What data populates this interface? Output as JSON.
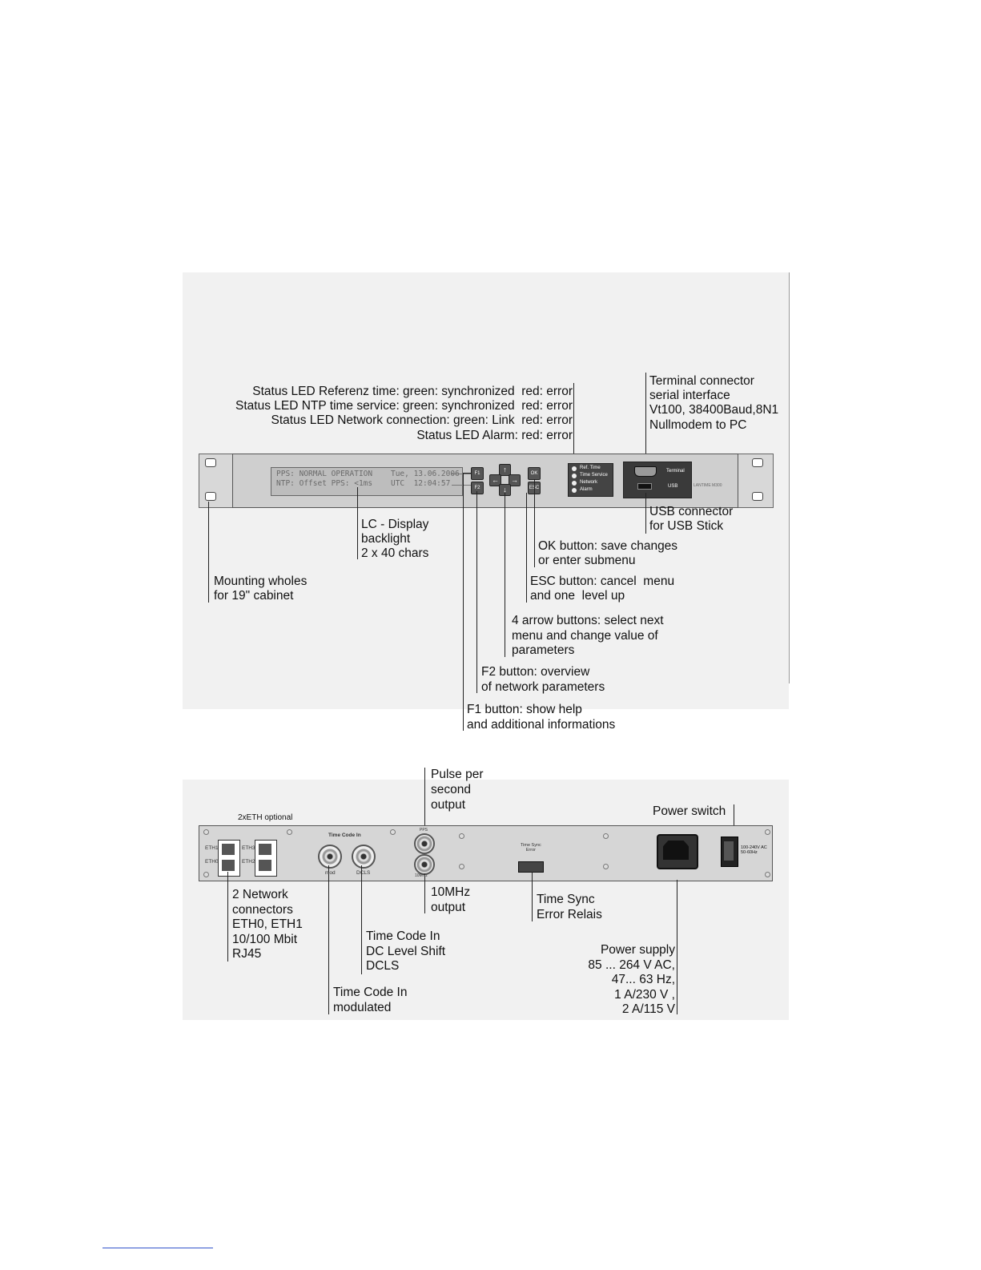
{
  "front": {
    "status_led_ref": "Status LED Referenz time: green: synchronized  red: error",
    "status_led_ntp": "Status LED NTP time service: green: synchronized  red: error",
    "status_led_net": "Status LED Network connection: green: Link  red: error",
    "status_led_alarm": "Status LED Alarm: red: error",
    "terminal_1": "Terminal connector",
    "terminal_2": "serial interface",
    "terminal_3": "Vt100, 38400Baud,8N1",
    "terminal_4": "Nullmodem to PC",
    "usb_1": "USB connector",
    "usb_2": "for USB Stick",
    "lcd_1": "LC - Display",
    "lcd_2": "backlight",
    "lcd_3": "2 x 40 chars",
    "ok_1": "OK button: save changes",
    "ok_2": "or enter submenu",
    "mount_1": "Mounting wholes",
    "mount_2": "for 19\" cabinet",
    "esc_1": "ESC button: cancel  menu",
    "esc_2": "and one  level up",
    "arrows_1": "4 arrow buttons: select next",
    "arrows_2": "menu and change value of",
    "arrows_3": "parameters",
    "f2_1": "F2 button: overview",
    "f2_2": "of network parameters",
    "f1_1": "F1 button: show help",
    "f1_2": "and additional informations",
    "panel": {
      "lcd_line1": "PPS: NORMAL OPERATION    Tue, 13.06.2006",
      "lcd_line2": "NTP: Offset PPS: <1ms    UTC  12:04:57",
      "btn_f1": "F1",
      "btn_f2": "F2",
      "btn_ok": "OK",
      "btn_esc": "ESC",
      "arrow_up": "↑",
      "arrow_down": "↓",
      "arrow_left": "←",
      "arrow_right": "→",
      "led_ref": "Ref. Time",
      "led_time": "Time Service",
      "led_net": "Network",
      "led_alarm": "Alarm",
      "terminal": "Terminal",
      "usb": "USB",
      "brand": "LANTIME M300"
    }
  },
  "rear": {
    "eth_optional": "2xETH optional",
    "pps_1": "Pulse per",
    "pps_2": "second",
    "pps_3": "output",
    "power_switch": "Power switch",
    "net_1": "2 Network",
    "net_2": "connectors",
    "net_3": "ETH0, ETH1",
    "net_4": "10/100 Mbit",
    "net_5": "RJ45",
    "tenmhz_1": "10MHz",
    "tenmhz_2": "output",
    "tsync_1": "Time Sync",
    "tsync_2": "Error Relais",
    "dcls_1": "Time Code In",
    "dcls_2": "DC Level Shift",
    "dcls_3": "DCLS",
    "mod_1": "Time Code In",
    "mod_2": "modulated",
    "psu_1": "Power supply",
    "psu_2": "85 ... 264 V AC,",
    "psu_3": "47... 63 Hz,",
    "psu_4": "1 A/230 V ,",
    "psu_5": "2 A/115 V",
    "panel": {
      "eth1": "ETH1",
      "eth0": "ETH0",
      "eth3": "ETH3",
      "eth2": "ETH2",
      "time_code_in": "Time Code In",
      "mod": "mod",
      "dcls": "DCLS",
      "time_sync_error": "Time Sync\nError",
      "tenmhz": "10MHz",
      "pps": "PPS",
      "power_rating": "100-240V AC\n50-60Hz"
    }
  }
}
